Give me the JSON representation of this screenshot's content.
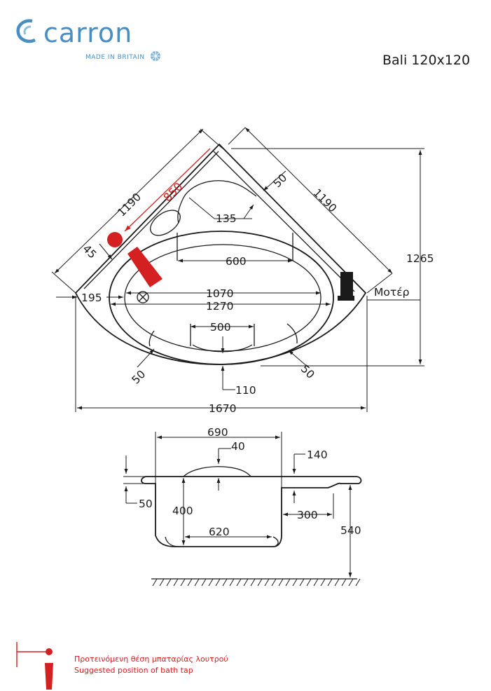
{
  "brand": {
    "name": "carron",
    "tagline": "MADE IN BRITAIN",
    "color": "#4a8dc0"
  },
  "model": {
    "title": "Bali 120x120"
  },
  "plan_view": {
    "dimensions": {
      "side_left": "1190",
      "side_right": "1190",
      "tap_distance": "850",
      "rim_top": "50",
      "pillow": "135",
      "seat_width": "600",
      "corner_offset": "45",
      "edge_195": "195",
      "inner_length": "1070",
      "outer_length": "1270",
      "back_width": "500",
      "rim_left": "50",
      "rim_right": "50",
      "front_110": "110",
      "total_width": "1670",
      "total_depth": "1265"
    },
    "labels": {
      "motor": "Μοτέρ"
    }
  },
  "section_view": {
    "dimensions": {
      "top_width": "690",
      "rise_40": "40",
      "rim_140": "140",
      "lip_50": "50",
      "depth_400": "400",
      "offset_300": "300",
      "height_540": "540",
      "bottom_620": "620"
    }
  },
  "legend": {
    "line_greek": "Προτεινόμενη θέση μπαταρίας λουτρού",
    "line_english": "Suggested position of bath tap"
  },
  "colors": {
    "tap_red": "#d42020",
    "ink": "#1a1a1a"
  }
}
